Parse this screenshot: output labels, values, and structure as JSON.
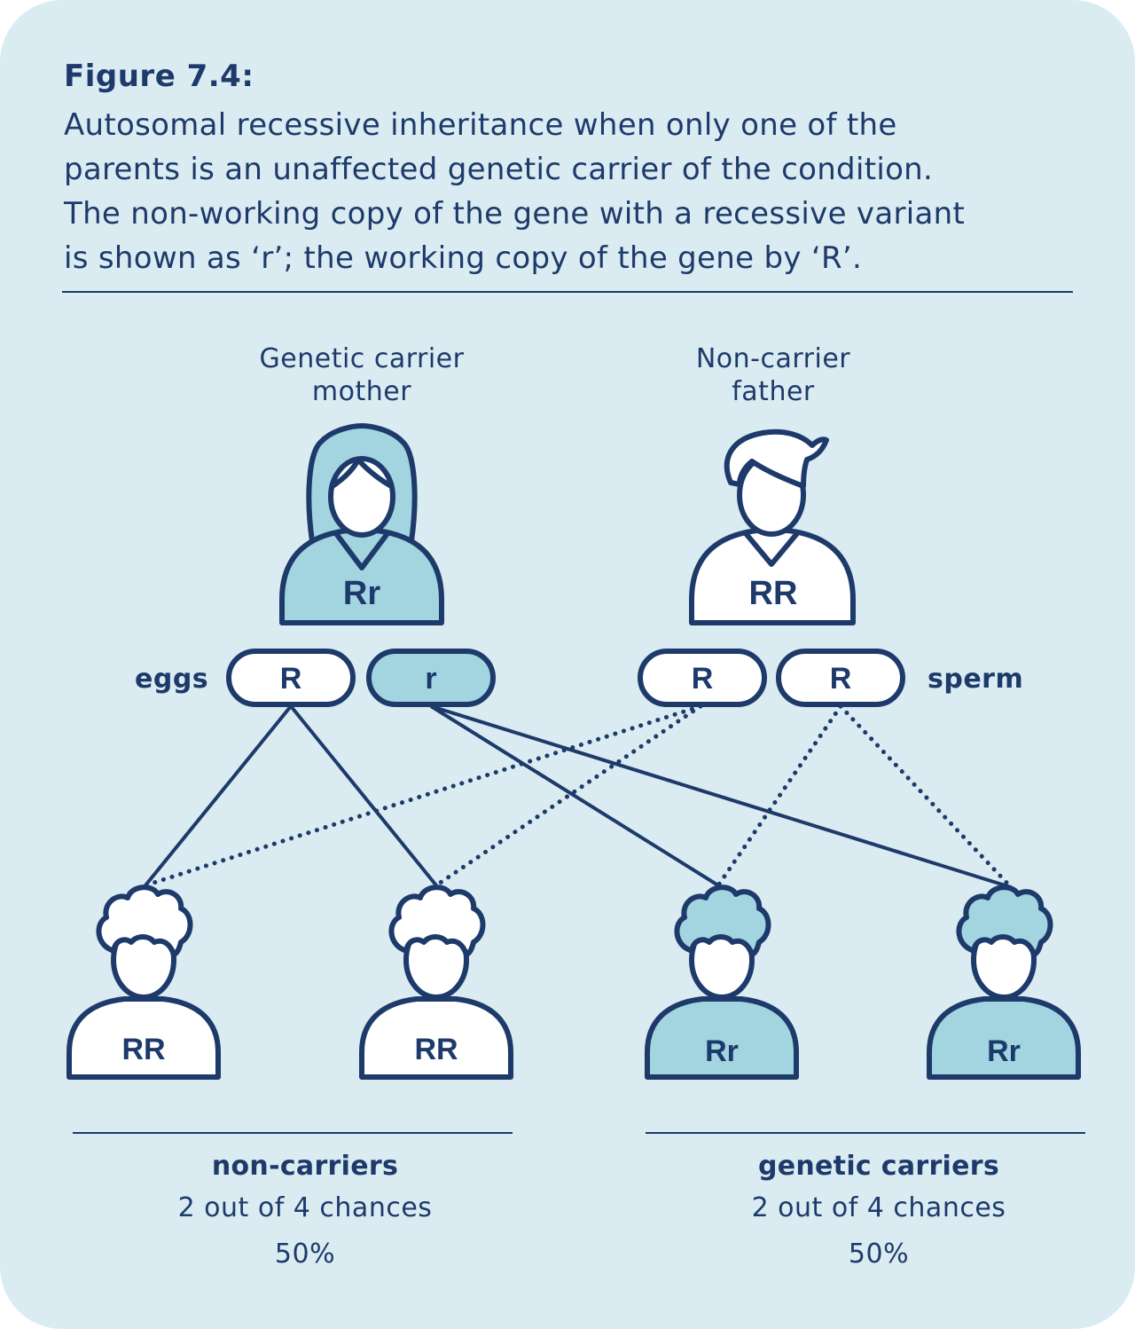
{
  "figure": {
    "title": "Figure 7.4:",
    "caption_lines": [
      "Autosomal recessive inheritance when only one of the",
      "parents is an unaffected genetic carrier of the condition.",
      "The non-working copy of the gene with a recessive variant",
      "is shown as ‘r’; the working copy of the gene by ‘R’."
    ]
  },
  "parents": {
    "mother": {
      "label_lines": [
        "Genetic carrier",
        "mother"
      ],
      "genotype": "Rr"
    },
    "father": {
      "label_lines": [
        "Non-carrier",
        "father"
      ],
      "genotype": "RR"
    }
  },
  "gametes": {
    "eggs_label": "eggs",
    "sperm_label": "sperm",
    "eggs": [
      "R",
      "r"
    ],
    "sperm": [
      "R",
      "R"
    ]
  },
  "children": [
    {
      "genotype": "RR",
      "carrier": false
    },
    {
      "genotype": "RR",
      "carrier": false
    },
    {
      "genotype": "Rr",
      "carrier": true
    },
    {
      "genotype": "Rr",
      "carrier": true
    }
  ],
  "groups": {
    "non_carriers": {
      "title": "non-carriers",
      "chances": "2 out of 4 chances",
      "percent": "50%"
    },
    "carriers": {
      "title": "genetic carriers",
      "chances": "2 out of 4 chances",
      "percent": "50%"
    }
  },
  "colors": {
    "background": "#daecf1",
    "navy": "#1d3a6b",
    "carrier_fill": "#a2d5df",
    "non_carrier_fill": "#ffffff"
  }
}
